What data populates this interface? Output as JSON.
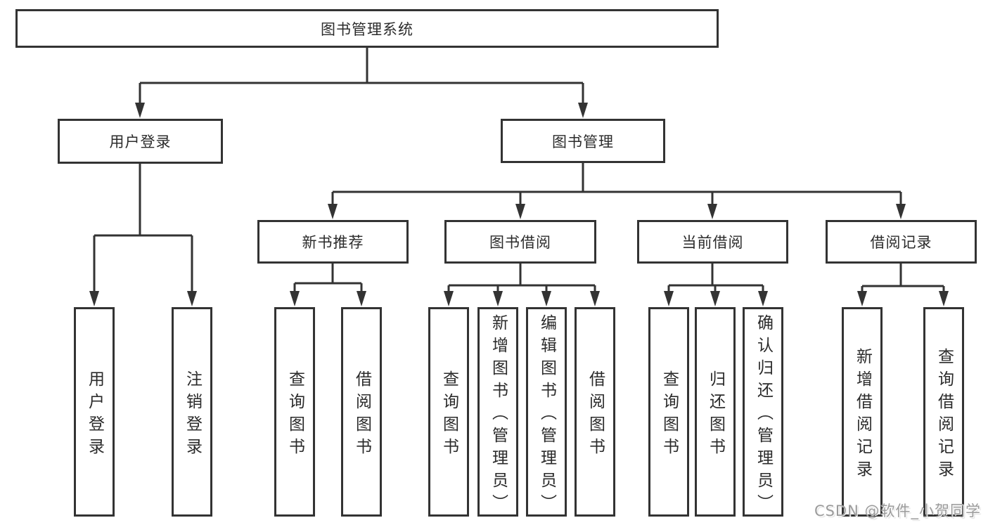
{
  "nodes": {
    "root": "图书管理系统",
    "l1": [
      "用户登录",
      "图书管理"
    ],
    "l2": [
      "新书推荐",
      "图书借阅",
      "当前借阅",
      "借阅记录"
    ],
    "l3": [
      "用户登录",
      "注销登录",
      "查询图书",
      "借阅图书",
      "查询图书",
      "新增图书（管理员）",
      "编辑图书（管理员）",
      "借阅图书",
      "查询图书",
      "归还图书",
      "确认归还（管理员）",
      "新增借阅记录",
      "查询借阅记录"
    ]
  },
  "watermark": "CSDN @软件_小贺同学",
  "colors": {
    "line": "#333333",
    "box_fill": "#ffffff",
    "background": "#ffffff",
    "watermark_text": "#9b9b9b"
  }
}
